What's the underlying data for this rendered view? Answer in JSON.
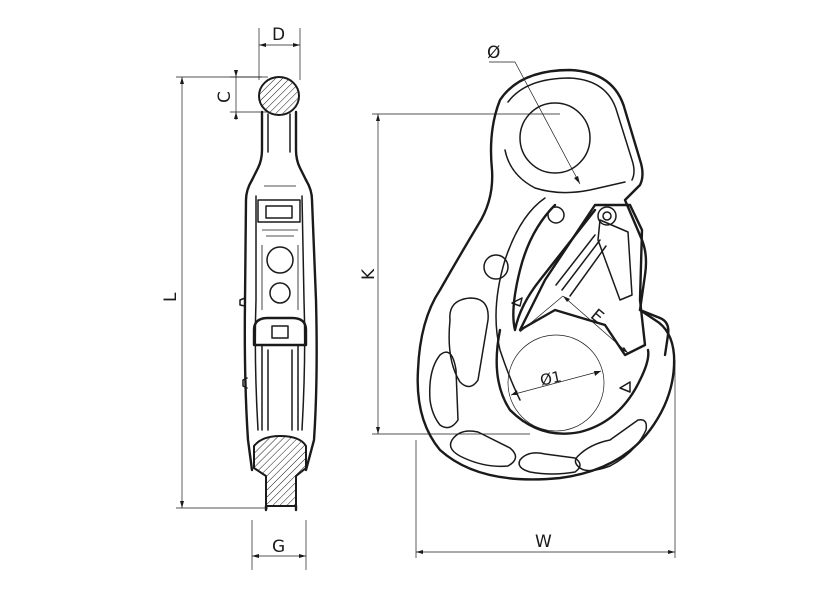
{
  "labels": {
    "D": "D",
    "C": "C",
    "L": "L",
    "G": "G",
    "phi": "Ø",
    "K": "K",
    "E": "E",
    "phi1": "Ø1",
    "W": "W"
  }
}
